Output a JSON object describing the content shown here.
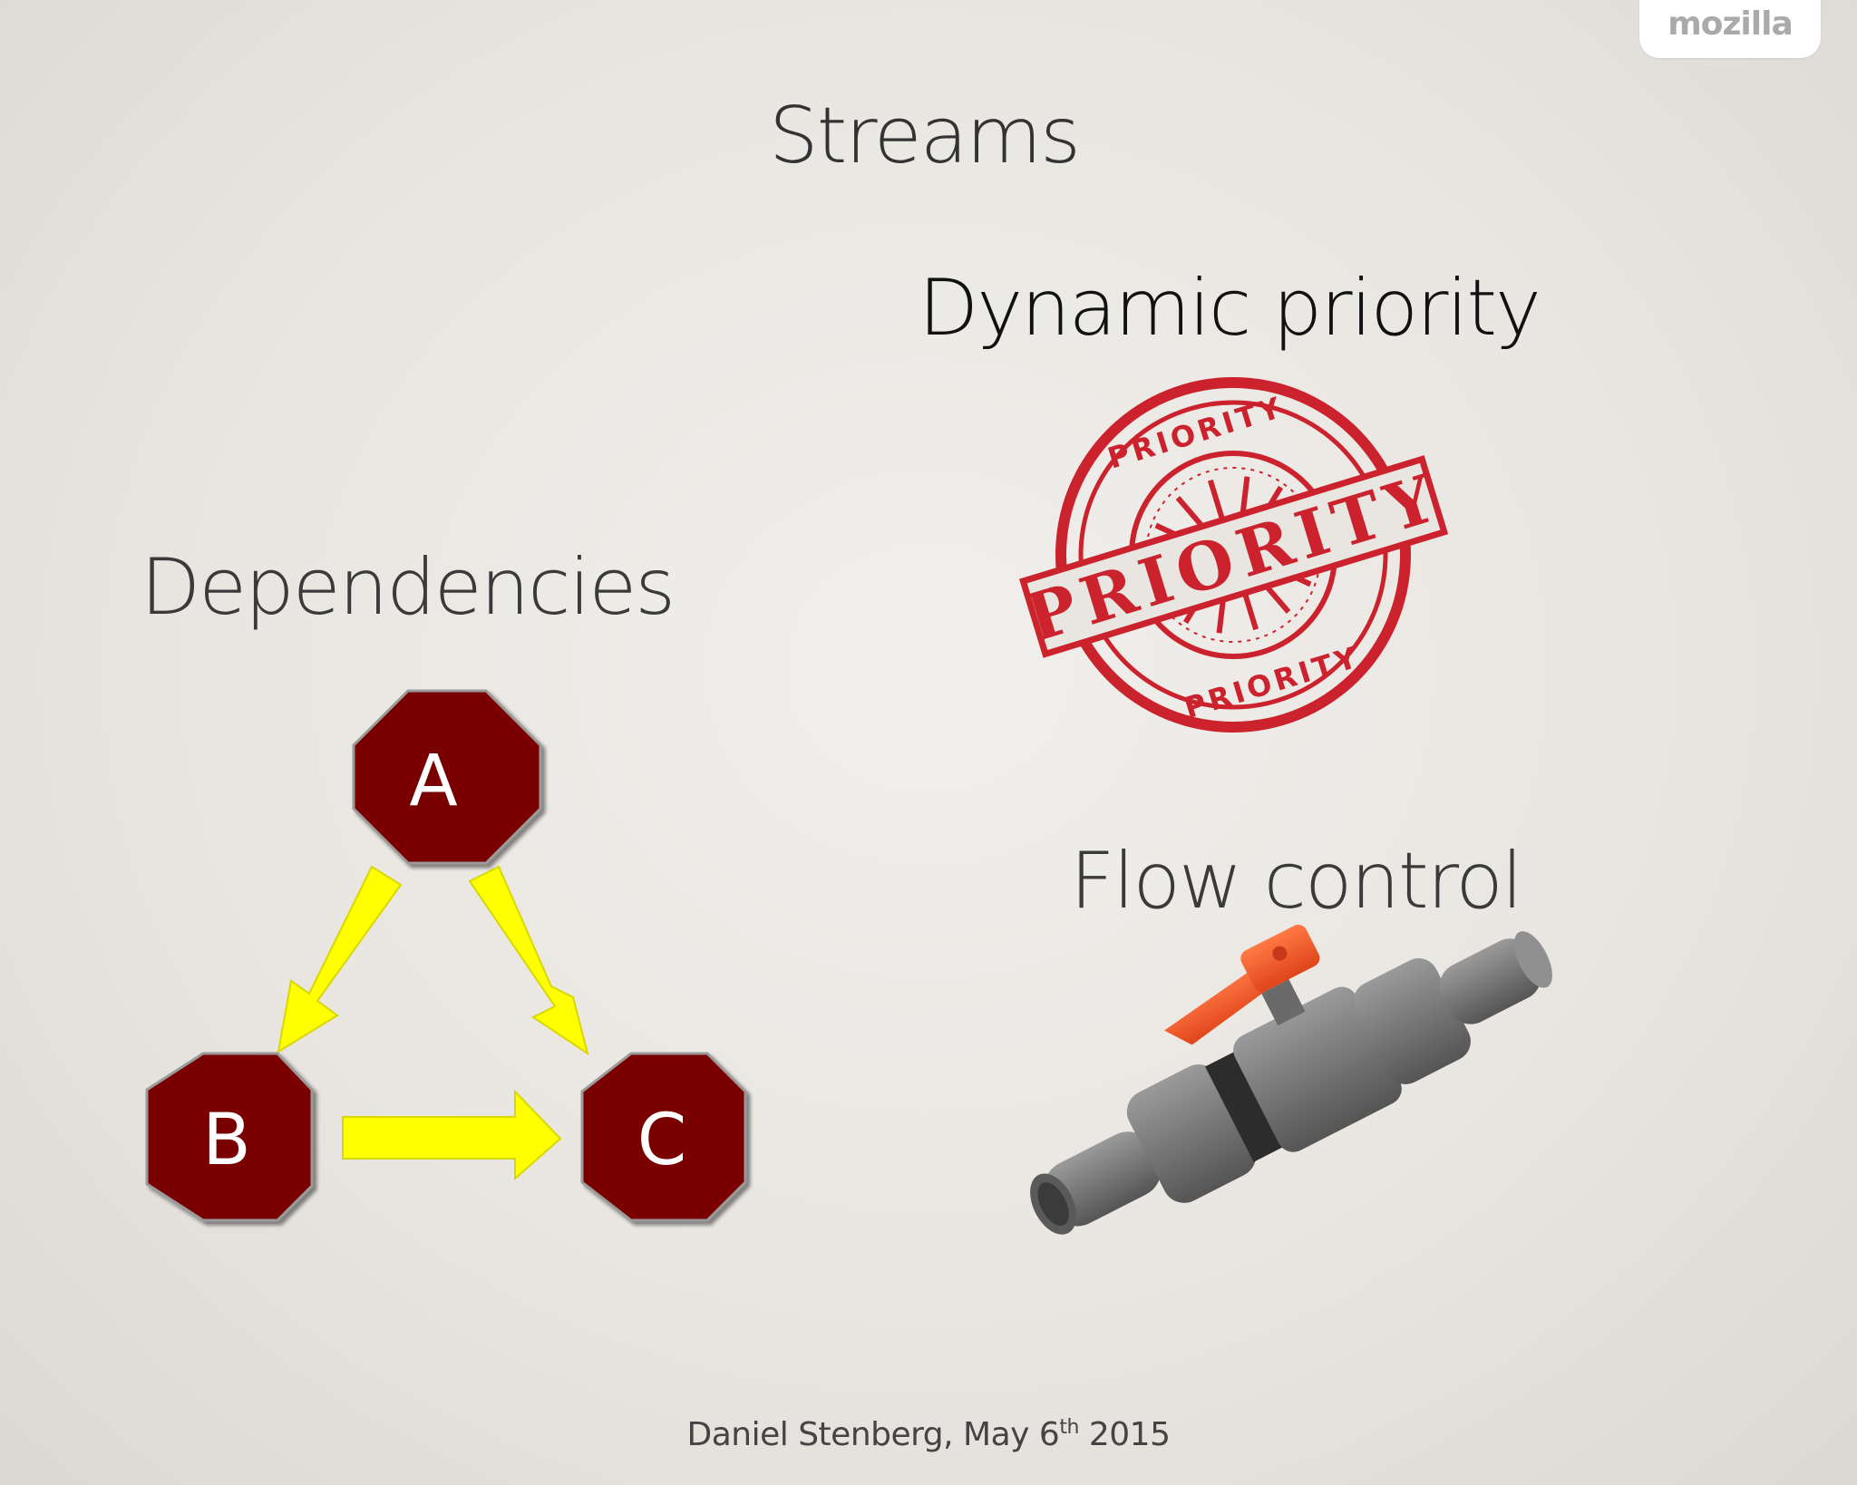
{
  "brand": {
    "label": "mozilla"
  },
  "slide": {
    "title": "Streams",
    "dynamic_priority": "Dynamic priority",
    "dependencies": "Dependencies",
    "flow_control": "Flow control"
  },
  "graph": {
    "nodes": [
      "A",
      "B",
      "C"
    ]
  },
  "stamp": {
    "top_text": "PRIORITY",
    "band_text": "PRIORITY",
    "bottom_text": "PRIORITY"
  },
  "footer": {
    "prefix": "Daniel Stenberg, May 6",
    "superscript": "th",
    "suffix": " 2015"
  },
  "colors": {
    "node_fill": "#7a0000",
    "arrow_fill": "#ffff00",
    "stamp_red": "#c9121e",
    "valve_gray": "#7d7d7d",
    "valve_handle": "#f0541e"
  }
}
